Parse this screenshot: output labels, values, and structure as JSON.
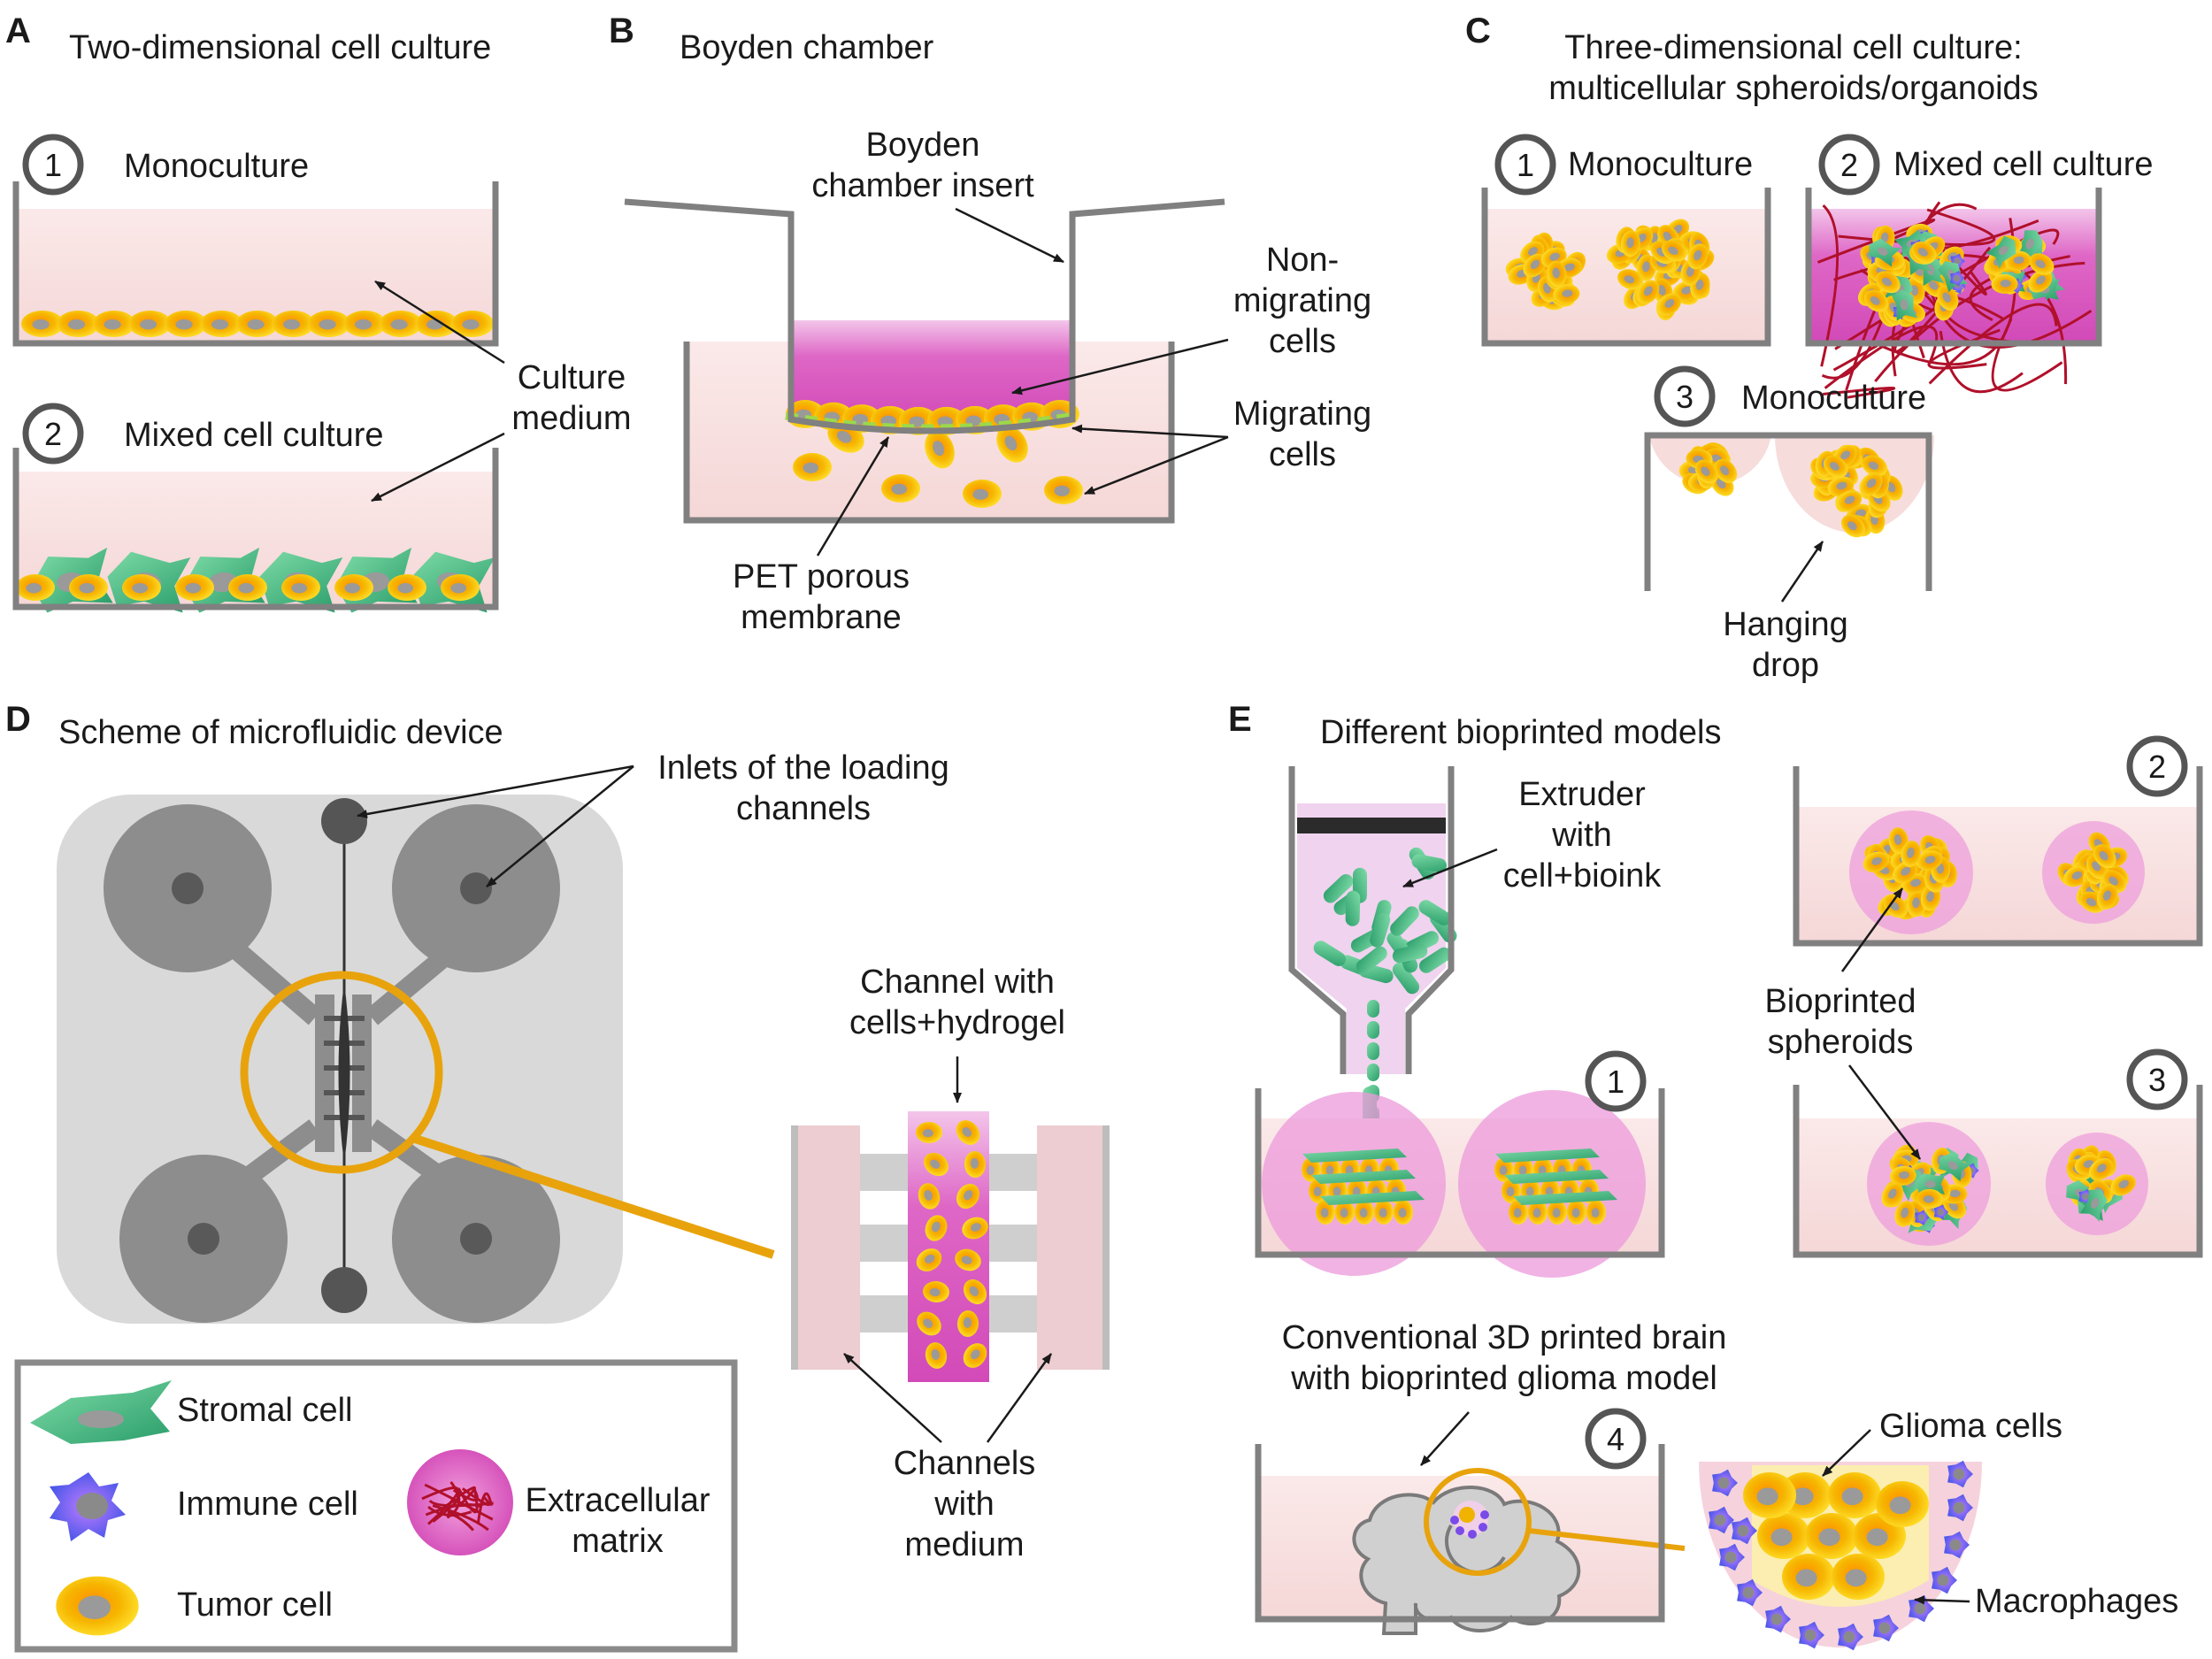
{
  "panels": {
    "A": {
      "letter": "A",
      "title": "Two-dimensional cell culture",
      "sub1_num": "1",
      "sub1_label": "Monoculture",
      "sub2_num": "2",
      "sub2_label": "Mixed cell culture",
      "culture_medium_line1": "Culture",
      "culture_medium_line2": "medium"
    },
    "B": {
      "letter": "B",
      "title": "Boyden chamber",
      "insert_line1": "Boyden",
      "insert_line2": "chamber insert",
      "nonmig_line1": "Non-",
      "nonmig_line2": "migrating",
      "nonmig_line3": "cells",
      "mig_line1": "Migrating",
      "mig_line2": "cells",
      "pet_line1": "PET porous",
      "pet_line2": "membrane"
    },
    "C": {
      "letter": "C",
      "title_line1": "Three-dimensional cell culture:",
      "title_line2": "multicellular spheroids/organoids",
      "sub1_num": "1",
      "sub1_label": "Monoculture",
      "sub2_num": "2",
      "sub2_label": "Mixed cell culture",
      "sub3_num": "3",
      "sub3_label": "Monoculture",
      "hanging_line1": "Hanging",
      "hanging_line2": "drop"
    },
    "D": {
      "letter": "D",
      "title": "Scheme of microfluidic device",
      "inlets_line1": "Inlets of the loading",
      "inlets_line2": "channels",
      "channel_line1": "Channel with",
      "channel_line2": "cells+hydrogel",
      "medium_line1": "Channels",
      "medium_line2": "with",
      "medium_line3": "medium"
    },
    "E": {
      "letter": "E",
      "title": "Different bioprinted models",
      "extruder_line1": "Extruder",
      "extruder_line2": "with",
      "extruder_line3": "cell+bioink",
      "num1": "1",
      "num2": "2",
      "num3": "3",
      "num4": "4",
      "bioprinted_line1": "Bioprinted",
      "bioprinted_line2": "spheroids",
      "brain_line1": "Conventional 3D printed brain",
      "brain_line2": "with bioprinted glioma model",
      "glioma": "Glioma cells",
      "macrophages": "Macrophages"
    }
  },
  "legend": {
    "stromal": "Stromal cell",
    "immune": "Immune cell",
    "tumor": "Tumor cell",
    "ecm_line1": "Extracellular",
    "ecm_line2": "matrix"
  },
  "colors": {
    "medium": "#f7dcdc",
    "medium_top": "#fbeaea",
    "magenta": "#dd64c4",
    "tumor": "#f4b400",
    "tumor_core": "#ff9a00",
    "stromal": "#5cc48a",
    "immune": "#7a4be8",
    "ecm_fiber": "#b0102a",
    "wall": "#808080",
    "highlight": "#e8a30c",
    "membrane": "#9cd94a"
  }
}
